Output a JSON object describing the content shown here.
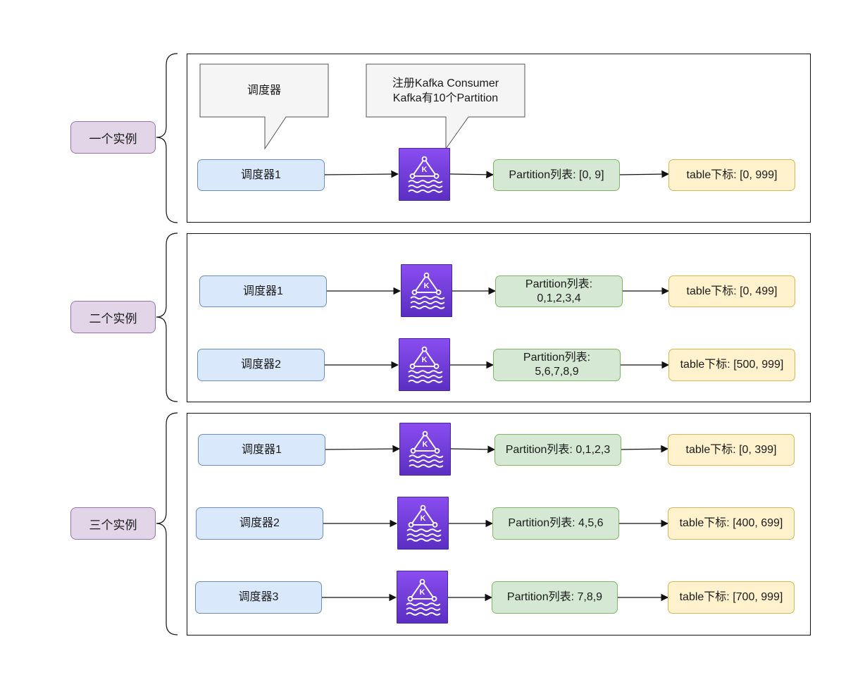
{
  "callouts": {
    "scheduler": "调度器",
    "consumer": "注册Kafka Consumer\nKafka有10个Partition"
  },
  "groups": [
    {
      "label": "一个实例",
      "rows": [
        {
          "scheduler": "调度器1",
          "partition": "Partition列表: [0, 9]",
          "table": "table下标: [0, 999]"
        }
      ]
    },
    {
      "label": "二个实例",
      "rows": [
        {
          "scheduler": "调度器1",
          "partition": "Partition列表:\n0,1,2,3,4",
          "table": "table下标: [0, 499]"
        },
        {
          "scheduler": "调度器2",
          "partition": "Partition列表:\n5,6,7,8,9",
          "table": "table下标: [500, 999]"
        }
      ]
    },
    {
      "label": "三个实例",
      "rows": [
        {
          "scheduler": "调度器1",
          "partition": "Partition列表: 0,1,2,3",
          "table": "table下标: [0, 399]"
        },
        {
          "scheduler": "调度器2",
          "partition": "Partition列表: 4,5,6",
          "table": "table下标: [400, 699]"
        },
        {
          "scheduler": "调度器3",
          "partition": "Partition列表: 7,8,9",
          "table": "table下标: [700, 999]"
        }
      ]
    }
  ],
  "icons": {
    "kafka": "kafka-stream-icon"
  },
  "colors": {
    "group_fill": "#e1d5e7",
    "group_border": "#9673a6",
    "scheduler_fill": "#dae8fc",
    "scheduler_border": "#6c8ebf",
    "partition_fill": "#d5e8d4",
    "partition_border": "#82b366",
    "table_fill": "#fff2cc",
    "table_border": "#d6b656",
    "kafka_fill": "#7b3fe4",
    "callout_fill": "#f5f5f5"
  }
}
